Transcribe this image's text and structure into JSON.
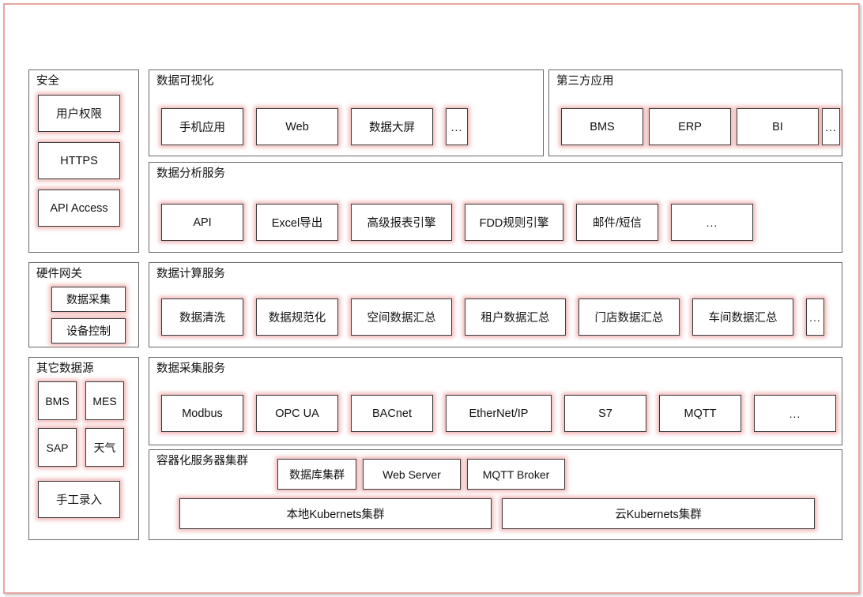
{
  "diagram": {
    "title_colors": {
      "frame_border": "#e8a6a2",
      "group_border": "#666666",
      "node_border": "#3a3a3a",
      "node_glow": "#e99694",
      "background": "#ffffff",
      "text": "#111111"
    },
    "groups": [
      {
        "id": "security",
        "title": "安全",
        "nodes": [
          {
            "label": "用户权限"
          },
          {
            "label": "HTTPS"
          },
          {
            "label": "API Access"
          }
        ]
      },
      {
        "id": "data-visualization",
        "title": "数据可视化",
        "nodes": [
          {
            "label": "手机应用"
          },
          {
            "label": "Web"
          },
          {
            "label": "数据大屏"
          },
          {
            "label": "..."
          }
        ]
      },
      {
        "id": "third-party-apps",
        "title": "第三方应用",
        "nodes": [
          {
            "label": "BMS"
          },
          {
            "label": "ERP"
          },
          {
            "label": "BI"
          },
          {
            "label": "..."
          }
        ]
      },
      {
        "id": "data-analysis-service",
        "title": "数据分析服务",
        "nodes": [
          {
            "label": "API"
          },
          {
            "label": "Excel导出"
          },
          {
            "label": "高级报表引擎"
          },
          {
            "label": "FDD规则引擎"
          },
          {
            "label": "邮件/短信"
          },
          {
            "label": "..."
          }
        ]
      },
      {
        "id": "hardware-gateway",
        "title": "硬件网关",
        "nodes": [
          {
            "label": "数据采集"
          },
          {
            "label": "设备控制"
          }
        ]
      },
      {
        "id": "data-compute-service",
        "title": "数据计算服务",
        "nodes": [
          {
            "label": "数据清洗"
          },
          {
            "label": "数据规范化"
          },
          {
            "label": "空间数据汇总"
          },
          {
            "label": "租户数据汇总"
          },
          {
            "label": "门店数据汇总"
          },
          {
            "label": "车间数据汇总"
          },
          {
            "label": "..."
          }
        ]
      },
      {
        "id": "other-data-sources",
        "title": "其它数据源",
        "nodes": [
          {
            "label": "BMS"
          },
          {
            "label": "MES"
          },
          {
            "label": "SAP"
          },
          {
            "label": "天气"
          },
          {
            "label": "手工录入"
          }
        ]
      },
      {
        "id": "data-acquisition-service",
        "title": "数据采集服务",
        "nodes": [
          {
            "label": "Modbus"
          },
          {
            "label": "OPC UA"
          },
          {
            "label": "BACnet"
          },
          {
            "label": "EtherNet/IP"
          },
          {
            "label": "S7"
          },
          {
            "label": "MQTT"
          },
          {
            "label": "..."
          }
        ]
      },
      {
        "id": "containerized-server-cluster",
        "title": "容器化服务器集群",
        "nodes": [
          {
            "label": "数据库集群"
          },
          {
            "label": "Web Server"
          },
          {
            "label": "MQTT Broker"
          },
          {
            "label": "本地Kubernets集群"
          },
          {
            "label": "云Kubernets集群"
          }
        ]
      }
    ]
  }
}
